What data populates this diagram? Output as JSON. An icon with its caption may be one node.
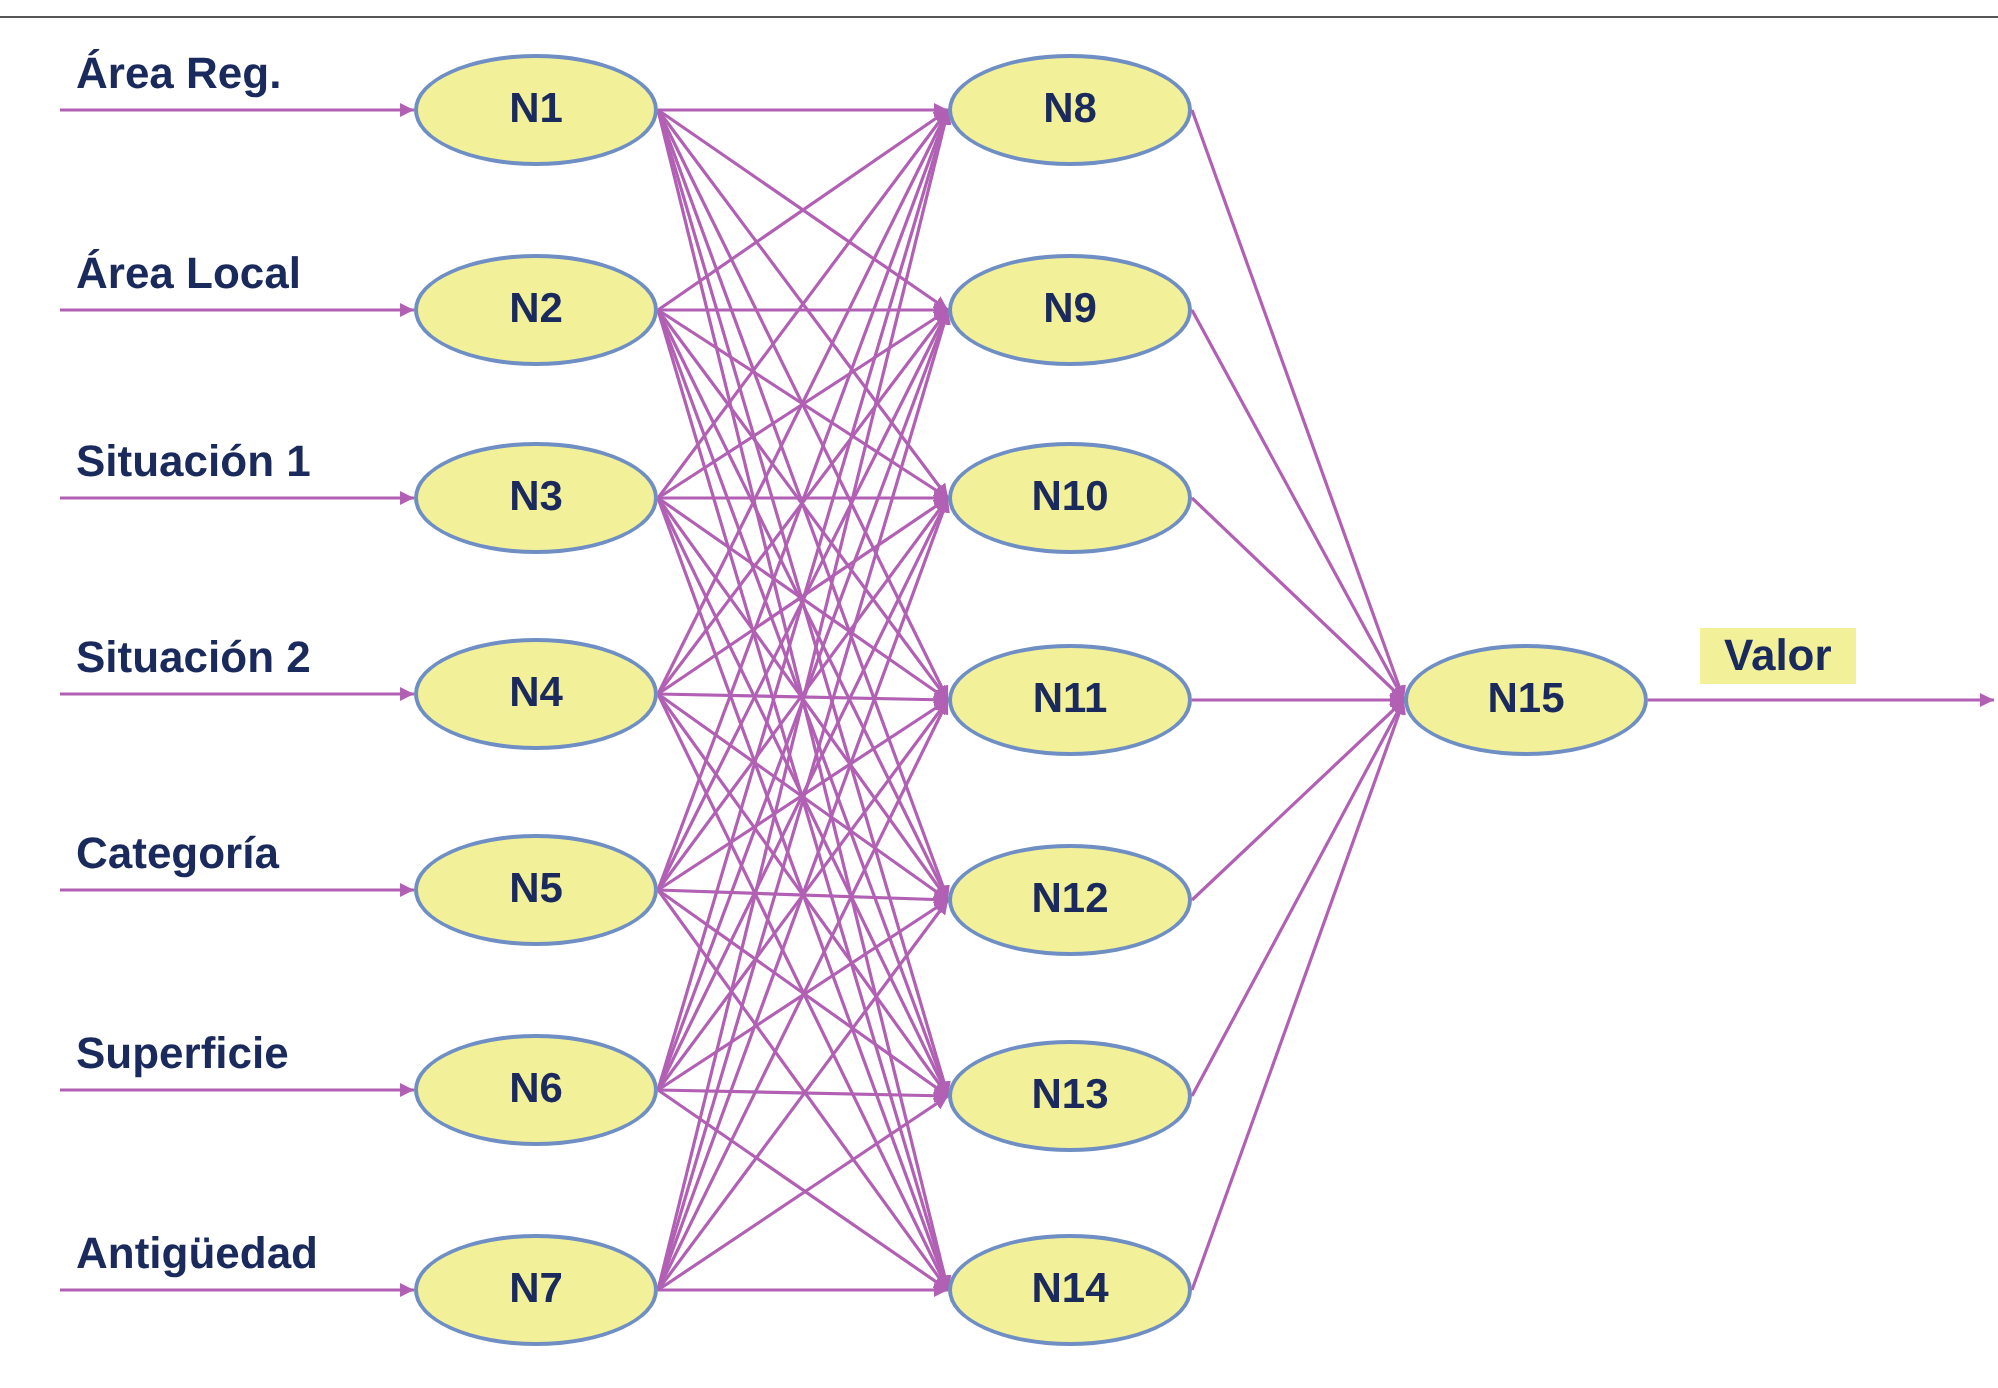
{
  "diagram": {
    "nodes": [
      {
        "text": [
          "N1"
        ]
      },
      {
        "text": [
          "N2"
        ]
      },
      {
        "text": [
          "N3"
        ]
      },
      {
        "text": [
          "N4"
        ]
      },
      {
        "text": [
          "N5"
        ]
      },
      {
        "text": [
          "N6"
        ]
      },
      {
        "text": [
          "N7"
        ]
      },
      {
        "text": [
          "N8"
        ]
      },
      {
        "text": [
          "N9"
        ]
      },
      {
        "text": [
          "N10"
        ]
      },
      {
        "text": [
          "N11"
        ]
      },
      {
        "text": [
          "N12"
        ]
      },
      {
        "text": [
          "N13"
        ]
      },
      {
        "text": [
          "N14"
        ]
      },
      {
        "text": [
          "N15"
        ]
      }
    ],
    "edges": [
      {
        "from": null,
        "to": 0,
        "arrow": "to",
        "label": "Área Reg."
      },
      {
        "from": null,
        "to": 1,
        "arrow": "to",
        "label": "Área Local"
      },
      {
        "from": null,
        "to": 2,
        "arrow": "to",
        "label": "Situación 1"
      },
      {
        "from": null,
        "to": 3,
        "arrow": "to",
        "label": "Situación 2"
      },
      {
        "from": null,
        "to": 4,
        "arrow": "to",
        "label": "Categoría"
      },
      {
        "from": null,
        "to": 5,
        "arrow": "to",
        "label": "Superficie"
      },
      {
        "from": null,
        "to": 6,
        "arrow": "to",
        "label": "Antigüedad"
      },
      {
        "from": 0,
        "to": 7,
        "arrow": "to"
      },
      {
        "from": 0,
        "to": 8,
        "arrow": "to"
      },
      {
        "from": 0,
        "to": 9,
        "arrow": "to"
      },
      {
        "from": 0,
        "to": 10,
        "arrow": "to"
      },
      {
        "from": 0,
        "to": 11,
        "arrow": "to"
      },
      {
        "from": 0,
        "to": 12,
        "arrow": "to"
      },
      {
        "from": 0,
        "to": 13,
        "arrow": "to"
      },
      {
        "from": 1,
        "to": 7,
        "arrow": "to"
      },
      {
        "from": 1,
        "to": 8,
        "arrow": "to"
      },
      {
        "from": 1,
        "to": 9,
        "arrow": "to"
      },
      {
        "from": 1,
        "to": 10,
        "arrow": "to"
      },
      {
        "from": 1,
        "to": 11,
        "arrow": "to"
      },
      {
        "from": 1,
        "to": 12,
        "arrow": "to"
      },
      {
        "from": 1,
        "to": 13,
        "arrow": "to"
      },
      {
        "from": 2,
        "to": 7,
        "arrow": "to"
      },
      {
        "from": 2,
        "to": 8,
        "arrow": "to"
      },
      {
        "from": 2,
        "to": 9,
        "arrow": "to"
      },
      {
        "from": 2,
        "to": 10,
        "arrow": "to"
      },
      {
        "from": 2,
        "to": 11,
        "arrow": "to"
      },
      {
        "from": 2,
        "to": 12,
        "arrow": "to"
      },
      {
        "from": 2,
        "to": 13,
        "arrow": "to"
      },
      {
        "from": 3,
        "to": 7,
        "arrow": "to"
      },
      {
        "from": 3,
        "to": 8,
        "arrow": "to"
      },
      {
        "from": 3,
        "to": 9,
        "arrow": "to"
      },
      {
        "from": 3,
        "to": 10,
        "arrow": "to"
      },
      {
        "from": 3,
        "to": 11,
        "arrow": "to"
      },
      {
        "from": 3,
        "to": 12,
        "arrow": "to"
      },
      {
        "from": 3,
        "to": 13,
        "arrow": "to"
      },
      {
        "from": 4,
        "to": 7,
        "arrow": "to"
      },
      {
        "from": 4,
        "to": 8,
        "arrow": "to"
      },
      {
        "from": 4,
        "to": 9,
        "arrow": "to"
      },
      {
        "from": 4,
        "to": 10,
        "arrow": "to"
      },
      {
        "from": 4,
        "to": 11,
        "arrow": "to"
      },
      {
        "from": 4,
        "to": 12,
        "arrow": "to"
      },
      {
        "from": 4,
        "to": 13,
        "arrow": "to"
      },
      {
        "from": 5,
        "to": 7,
        "arrow": "to"
      },
      {
        "from": 5,
        "to": 8,
        "arrow": "to"
      },
      {
        "from": 5,
        "to": 9,
        "arrow": "to"
      },
      {
        "from": 5,
        "to": 10,
        "arrow": "to"
      },
      {
        "from": 5,
        "to": 11,
        "arrow": "to"
      },
      {
        "from": 5,
        "to": 12,
        "arrow": "to"
      },
      {
        "from": 5,
        "to": 13,
        "arrow": "to"
      },
      {
        "from": 6,
        "to": 7,
        "arrow": "to"
      },
      {
        "from": 6,
        "to": 8,
        "arrow": "to"
      },
      {
        "from": 6,
        "to": 9,
        "arrow": "to"
      },
      {
        "from": 6,
        "to": 10,
        "arrow": "to"
      },
      {
        "from": 6,
        "to": 11,
        "arrow": "to"
      },
      {
        "from": 6,
        "to": 12,
        "arrow": "to"
      },
      {
        "from": 6,
        "to": 13,
        "arrow": "to"
      },
      {
        "from": 7,
        "to": 14,
        "arrow": "to"
      },
      {
        "from": 8,
        "to": 14,
        "arrow": "to"
      },
      {
        "from": 9,
        "to": 14,
        "arrow": "to"
      },
      {
        "from": 10,
        "to": 14,
        "arrow": "to"
      },
      {
        "from": 11,
        "to": 14,
        "arrow": "to"
      },
      {
        "from": 12,
        "to": 14,
        "arrow": "to"
      },
      {
        "from": 13,
        "to": 14,
        "arrow": "to"
      },
      {
        "from": 14,
        "to": null,
        "arrow": "to",
        "label": "Valor"
      }
    ]
  }
}
